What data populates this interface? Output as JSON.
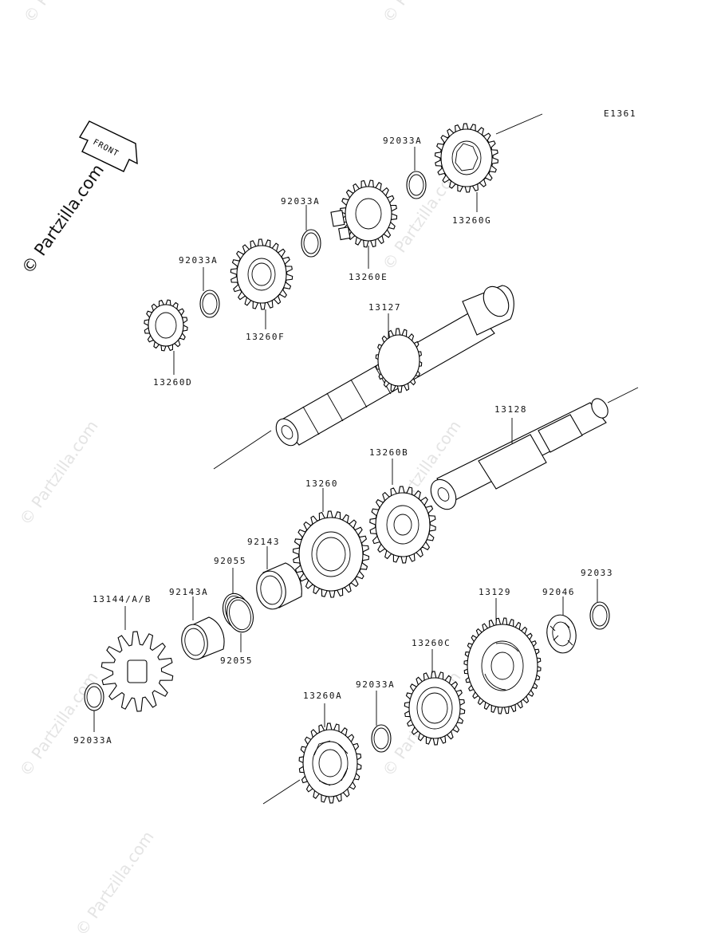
{
  "diagram_code": "E1361",
  "watermark": "© Partzilla.com",
  "front_arrow_label": "FRONT",
  "labels": {
    "p92033A_top": "92033A",
    "p13260G": "13260G",
    "p92033A_mid": "92033A",
    "p13260E": "13260E",
    "p92033A_left": "92033A",
    "p13260F": "13260F",
    "p13260D": "13260D",
    "p13127": "13127",
    "p13128": "13128",
    "p13260B": "13260B",
    "p13260": "13260",
    "p92143": "92143",
    "p92055_top": "92055",
    "p92143A": "92143A",
    "p92055_bottom": "92055",
    "p13144": "13144/A/B",
    "p92033A_bottom_left": "92033A",
    "p13129": "13129",
    "p92046": "92046",
    "p92033": "92033",
    "p13260C": "13260C",
    "p92033A_lower": "92033A",
    "p13260A": "13260A"
  }
}
